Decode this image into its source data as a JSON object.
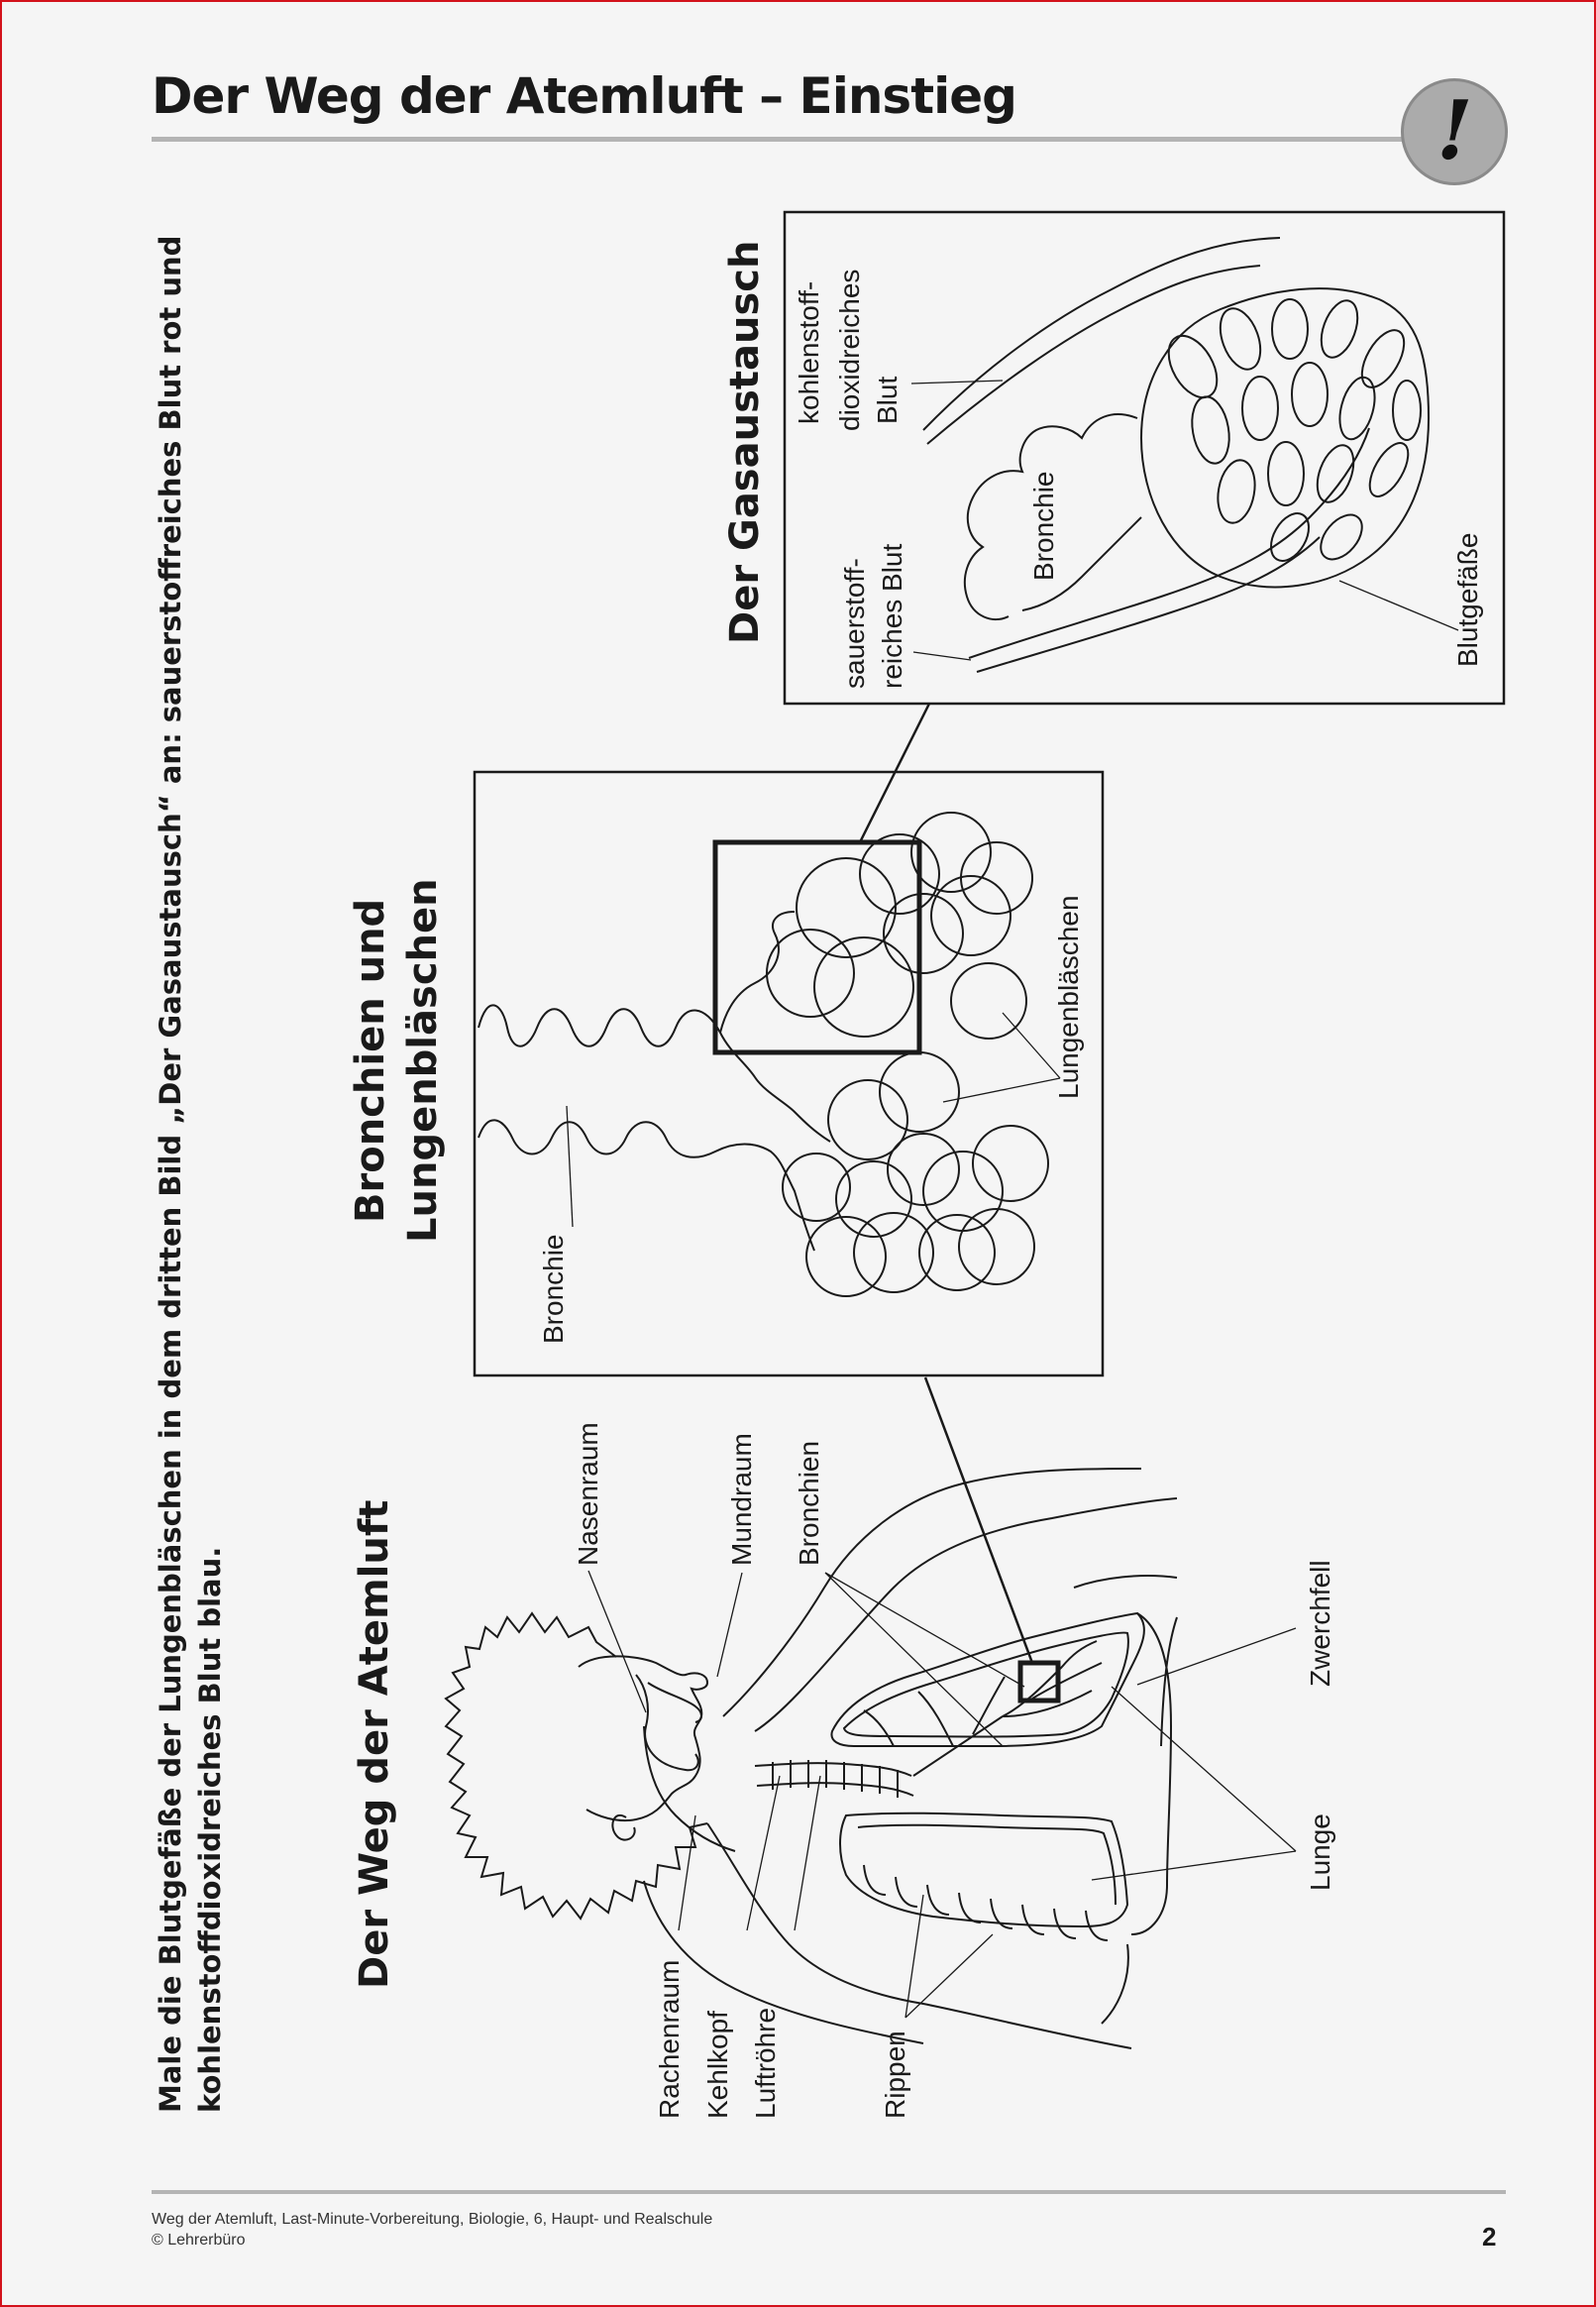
{
  "header": {
    "title": "Der Weg der Atemluft – Einstieg",
    "badge_symbol": "!"
  },
  "instruction": {
    "line1": "Male die Blutgefäße der Lungenbläschen in dem dritten Bild „Der Gasaustausch“ an: sauerstoffreiches Blut rot und",
    "line2": "kohlenstoffdioxidreiches Blut blau."
  },
  "panel_atemluft": {
    "title": "Der Weg der Atemluft",
    "labels": {
      "nasenraum": "Nasenraum",
      "mundraum": "Mundraum",
      "bronchien": "Bronchien",
      "zwerchfell": "Zwerchfell",
      "lunge": "Lunge",
      "rachenraum": "Rachenraum",
      "kehlkopf": "Kehlkopf",
      "luftroehre": "Luftröhre",
      "rippen": "Rippen"
    }
  },
  "panel_bronchien": {
    "title_line1": "Bronchien und",
    "title_line2": "Lungenbläschen",
    "labels": {
      "bronchie": "Bronchie",
      "lungenblaeschen": "Lungenbläschen"
    }
  },
  "panel_gasaustausch": {
    "title": "Der Gasaustausch",
    "labels": {
      "kohlen_1": "kohlenstoff-",
      "kohlen_2": "dioxidreiches",
      "kohlen_3": "Blut",
      "bronchie": "Bronchie",
      "sauer_1": "sauerstoff-",
      "sauer_2": "reiches Blut",
      "blutgefaesse": "Blutgefäße"
    }
  },
  "footer": {
    "line1": "Weg der Atemluft, Last-Minute-Vorbereitung, Biologie, 6, Haupt- und Realschule",
    "line2": "© Lehrerbüro",
    "page_number": "2"
  }
}
